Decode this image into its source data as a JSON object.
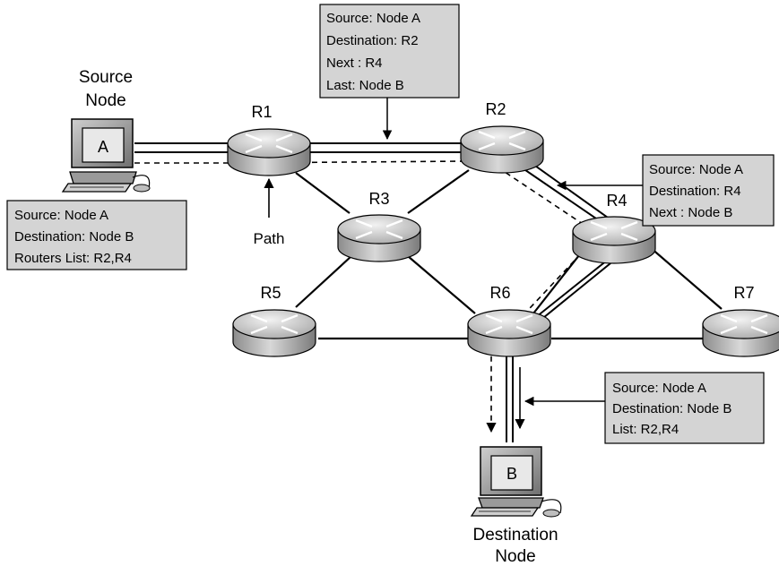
{
  "source_node": {
    "letter": "A",
    "caption_line1": "Source",
    "caption_line2": "Node"
  },
  "destination_node": {
    "letter": "B",
    "caption_line1": "Destination",
    "caption_line2": "Node"
  },
  "routers": [
    {
      "id": "R1",
      "label": "R1"
    },
    {
      "id": "R2",
      "label": "R2"
    },
    {
      "id": "R3",
      "label": "R3"
    },
    {
      "id": "R4",
      "label": "R4"
    },
    {
      "id": "R5",
      "label": "R5"
    },
    {
      "id": "R6",
      "label": "R6"
    },
    {
      "id": "R7",
      "label": "R7"
    }
  ],
  "path_label": "Path",
  "info_boxes": {
    "source_box": {
      "lines": [
        "Source: Node A",
        "Destination: Node B",
        "Routers List: R2,R4"
      ]
    },
    "r2_box": {
      "lines": [
        "Source: Node A",
        "Destination: R2",
        "Next : R4",
        "Last: Node B"
      ]
    },
    "r4_box": {
      "lines": [
        "Source: Node A",
        "Destination: R4",
        "Next : Node B"
      ]
    },
    "dest_box": {
      "lines": [
        "Source: Node A",
        "Destination: Node B",
        "List: R2,R4"
      ]
    }
  },
  "colors": {
    "box_fill": "#d4d4d4",
    "router_light": "#e6e6e6",
    "router_dark": "#9a9a9a"
  }
}
